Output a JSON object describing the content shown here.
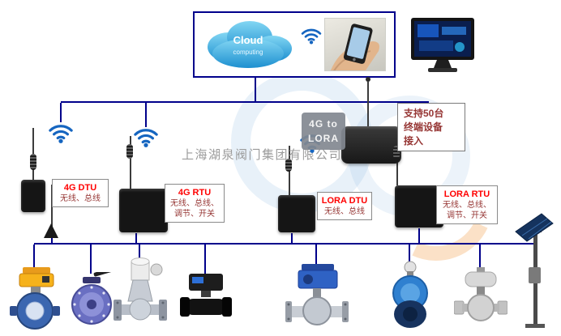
{
  "diagram": {
    "company_watermark": "上海湖泉阀门集团有限公司"
  },
  "cloud": {
    "title": "Cloud",
    "subtitle": "computing"
  },
  "labels": {
    "dtu4g": {
      "title": "4G DTU",
      "line1": "无线、总线"
    },
    "rtu4g": {
      "title": "4G RTU",
      "line1": "无线、总线、",
      "line2": "调节、开关"
    },
    "gateway": {
      "line1": "4G to",
      "line2": "LORA"
    },
    "dtulora": {
      "title": "LORA DTU",
      "line1": "无线、总线"
    },
    "rtulora": {
      "title": "LORA RTU",
      "line1": "无线、总线、",
      "line2": "调节、开关"
    },
    "capacity": {
      "line1": "支持50台",
      "line2": "终端设备",
      "line3": "接入"
    }
  },
  "colors": {
    "bus_line": "#00008b",
    "label_title": "#ff0000",
    "label_body": "#963634",
    "watermark_text": "#9b9b9b",
    "wifi_blue": "#1565c0",
    "cloud_blue": "#1d8fd0"
  },
  "icons": {
    "top_row": [
      "cloud-icon",
      "wifi-icon",
      "phone-in-hand-photo",
      "monitor-photo"
    ],
    "network_devices": [
      "dtu-4g-modem",
      "rtu-4g-modem",
      "gateway-4g-lora-modem",
      "dtu-lora-modem",
      "rtu-lora-modem",
      "rod-antenna",
      "whip-antenna",
      "wifi-icon"
    ],
    "field_equipment": [
      "electric-butterfly-valve-yellow-actuator",
      "manual-butterfly-valve-purple",
      "electric-gate-valve",
      "electric-ball-valve-black",
      "electric-ball-valve-blue-actuator",
      "gear-butterfly-valve-blue",
      "electric-ball-valve-stainless",
      "solar-panel-pole"
    ]
  }
}
